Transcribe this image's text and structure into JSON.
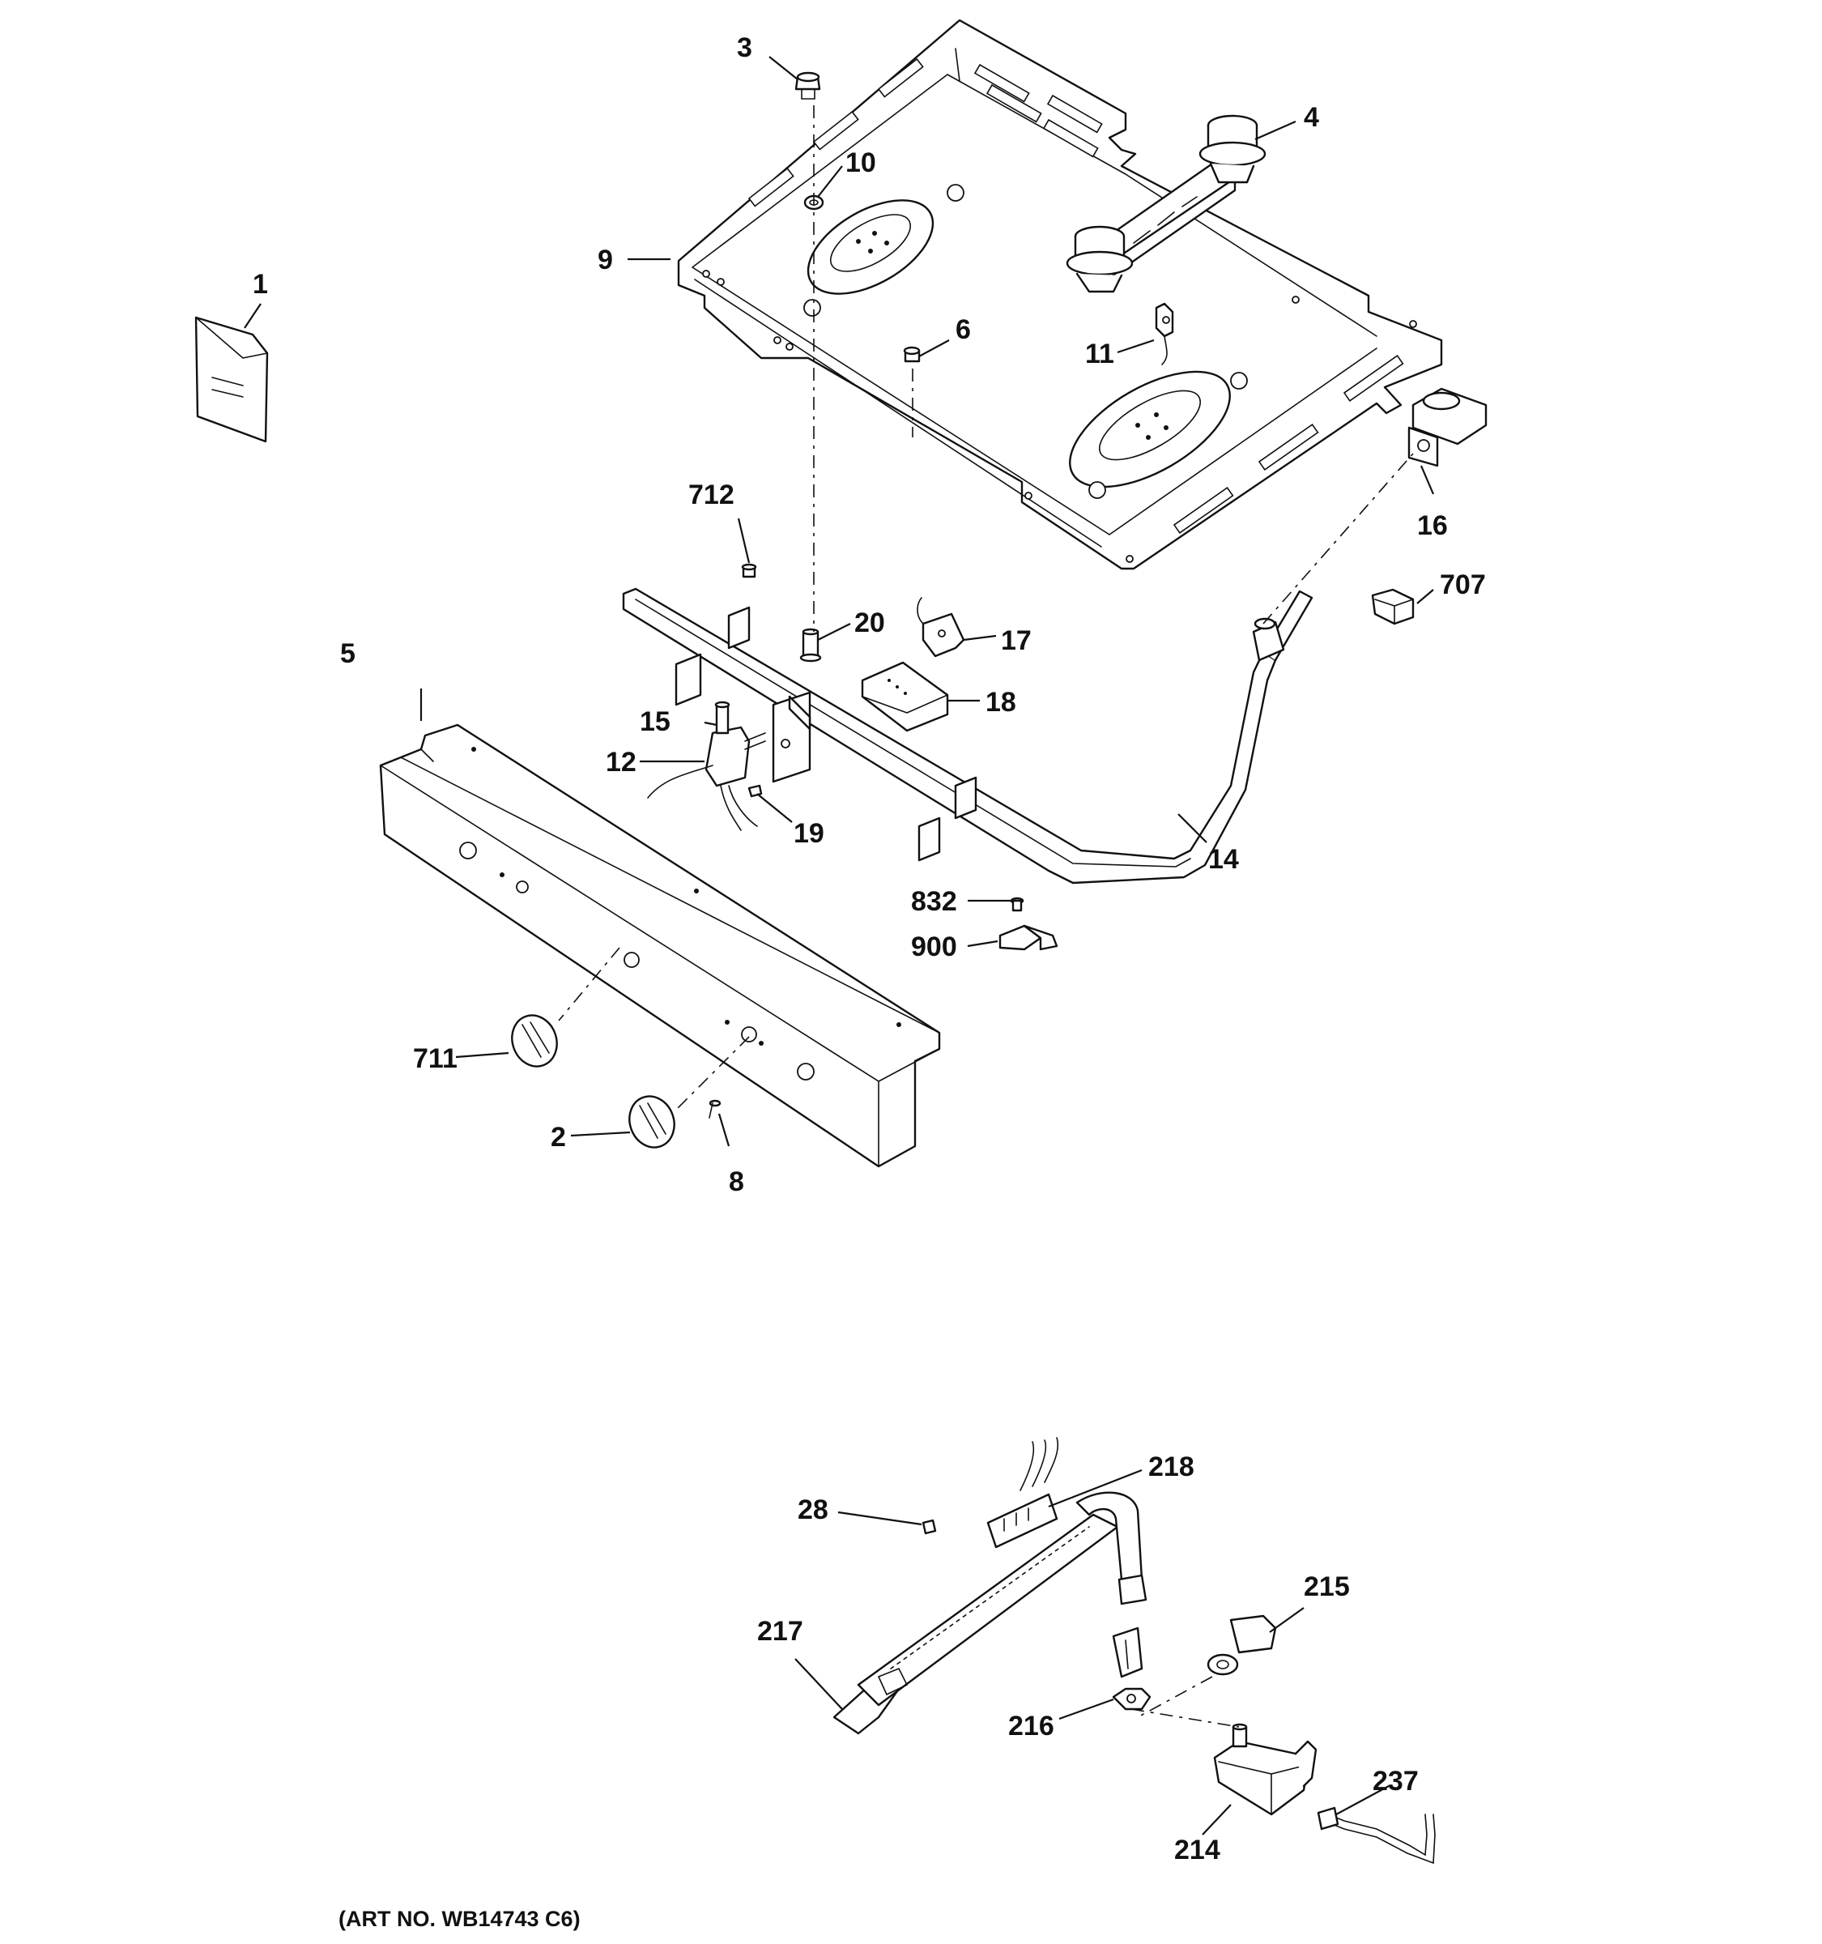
{
  "callouts": {
    "c1": "1",
    "c2": "2",
    "c3": "3",
    "c4": "4",
    "c5": "5",
    "c6": "6",
    "c8": "8",
    "c9": "9",
    "c10": "10",
    "c11": "11",
    "c12": "12",
    "c14": "14",
    "c15": "15",
    "c16": "16",
    "c17": "17",
    "c18": "18",
    "c19": "19",
    "c20": "20",
    "c28": "28",
    "c214": "214",
    "c215": "215",
    "c216": "216",
    "c217": "217",
    "c218": "218",
    "c237": "237",
    "c707": "707",
    "c711": "711",
    "c712": "712",
    "c832": "832",
    "c900": "900"
  },
  "caption": "(ART NO. WB14743 C6)"
}
